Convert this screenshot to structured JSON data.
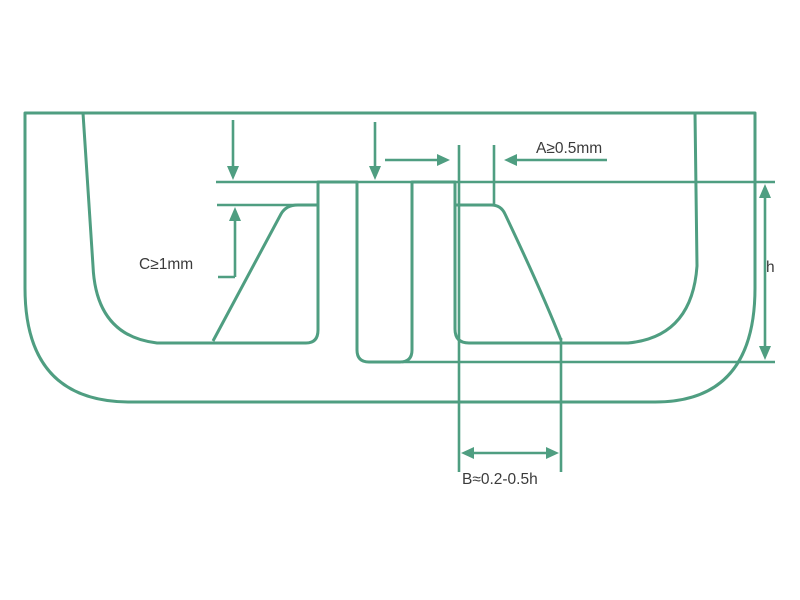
{
  "diagram": {
    "kind": "molded-part cross-section with boss and gusset design dimensions",
    "labels": {
      "dim_a": "A≥0.5mm",
      "dim_b": "B≈0.2-0.5h",
      "dim_c": "C≥1mm",
      "dim_h": "h"
    },
    "colors": {
      "line": "#4f9e81",
      "text": "#3b3b3b",
      "background": "#ffffff"
    }
  }
}
